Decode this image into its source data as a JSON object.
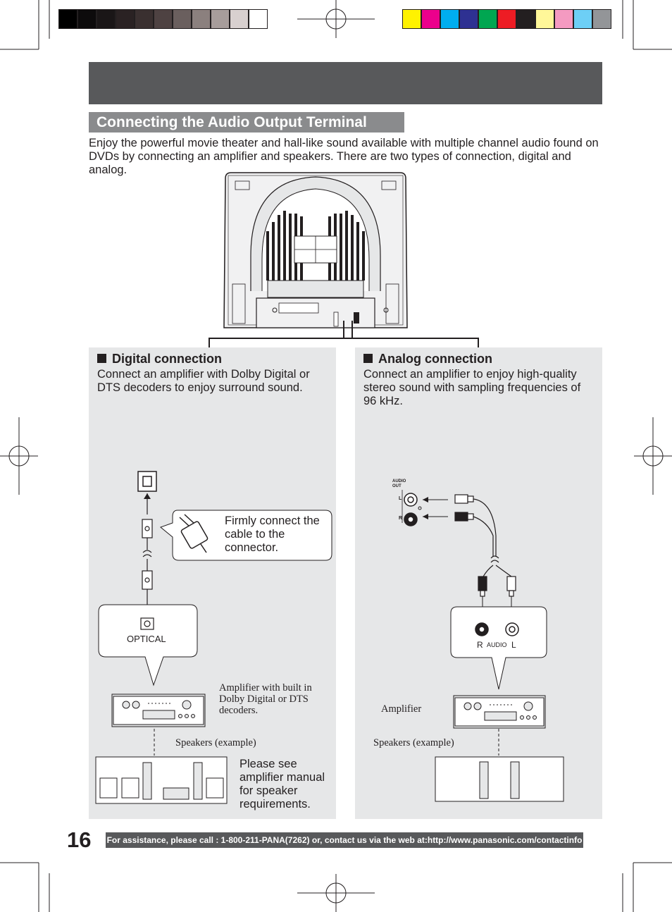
{
  "colors": {
    "header_bar": "#58595b",
    "section_title_bg": "#8a8b8d",
    "panel_bg": "#e6e7e8",
    "gray_scale": [
      "#000000",
      "#0d0b0c",
      "#1a1617",
      "#2a2223",
      "#3a3030",
      "#4e4242",
      "#6a5f5e",
      "#8b807e",
      "#a79d9b",
      "#d8d0cf",
      "#ffffff"
    ],
    "color_bar": [
      "#fff200",
      "#ec008c",
      "#00aeef",
      "#2e3192",
      "#00a651",
      "#ed1c24",
      "#231f20",
      "#fff799",
      "#f49ac1",
      "#6dcff6",
      "#939598"
    ]
  },
  "section": {
    "title": "Connecting the Audio Output Terminal",
    "intro": "Enjoy the powerful movie theater and hall-like sound available with multiple channel audio found on DVDs by connecting an amplifier and speakers. There are two types of connection, digital and analog."
  },
  "digital": {
    "heading": "Digital connection",
    "text": "Connect an amplifier with Dolby Digital or DTS decoders to enjoy surround sound.",
    "callout": "Firmly connect the cable to the connector.",
    "jack_label": "OPTICAL",
    "amp_label": "Amplifier with built in Dolby Digital or DTS decoders.",
    "speakers_label": "Speakers (example)",
    "speaker_note": "Please see amplifier manual for speaker requirements."
  },
  "analog": {
    "heading": "Analog connection",
    "text": "Connect an amplifier to enjoy high-quality stereo sound with sampling frequencies of 96 kHz.",
    "audio_out_label": "AUDIO OUT",
    "l_label": "L",
    "r_label": "R",
    "jack_r": "R",
    "jack_audio": "AUDIO",
    "jack_l": "L",
    "amp_label": "Amplifier",
    "speakers_label": "Speakers (example)"
  },
  "icons": [
    "tv-rear-icon",
    "optical-jack-icon",
    "optical-plug-icon",
    "rca-jack-icon",
    "rca-plug-icon",
    "amplifier-icon",
    "speaker-icon",
    "registration-mark-icon"
  ],
  "footer": {
    "page_number": "16",
    "assistance": "For assistance, please call : 1-800-211-PANA(7262) or, contact us via the web at:http://www.panasonic.com/contactinfo"
  }
}
